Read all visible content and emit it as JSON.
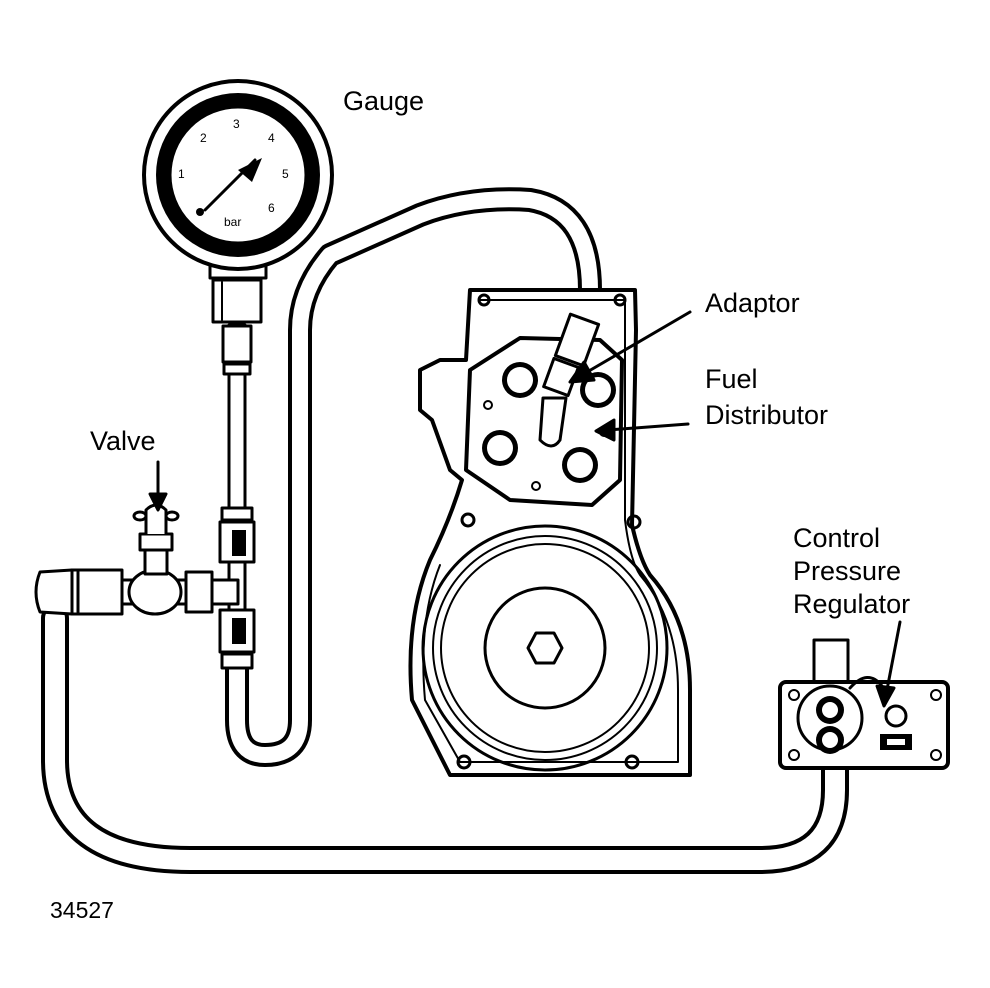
{
  "labels": {
    "gauge": "Gauge",
    "valve": "Valve",
    "adaptor": "Adaptor",
    "fuel_distributor_line1": "Fuel",
    "fuel_distributor_line2": "Distributor",
    "control_line1": "Control",
    "control_line2": "Pressure",
    "control_line3": "Regulator"
  },
  "figure_number": "34527",
  "gauge_dial": {
    "ticks": [
      "1",
      "2",
      "3",
      "4",
      "5",
      "6"
    ],
    "unit": "bar"
  },
  "colors": {
    "ink": "#000000",
    "paper": "#ffffff"
  }
}
